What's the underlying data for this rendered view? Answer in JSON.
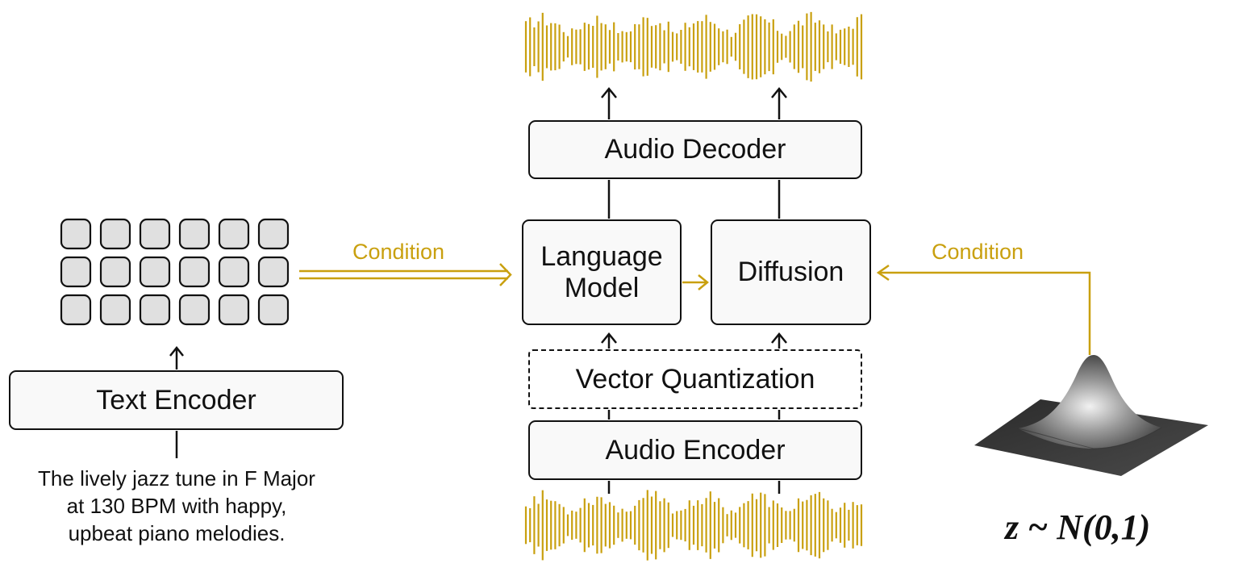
{
  "colors": {
    "accent": "#c9a00f",
    "stroke": "#111111",
    "box_fill": "#f9f9f9",
    "token_fill": "#e0e0e0"
  },
  "blocks": {
    "text_encoder": "Text Encoder",
    "audio_decoder": "Audio Decoder",
    "language_model_line1": "Language",
    "language_model_line2": "Model",
    "diffusion": "Diffusion",
    "vector_quantization": "Vector Quantization",
    "audio_encoder": "Audio Encoder"
  },
  "labels": {
    "condition_left": "Condition",
    "condition_right": "Condition",
    "noise_formula": "z ~ N(0,1)"
  },
  "prompt_lines": [
    "The lively jazz tune in F Major",
    "at 130 BPM with happy,",
    "upbeat piano melodies."
  ],
  "token_grid": {
    "rows": 3,
    "cols": 6
  },
  "icons": {
    "waveform_top": "audio-waveform-icon",
    "waveform_bottom": "audio-waveform-icon",
    "gaussian": "gaussian-surface-icon"
  }
}
